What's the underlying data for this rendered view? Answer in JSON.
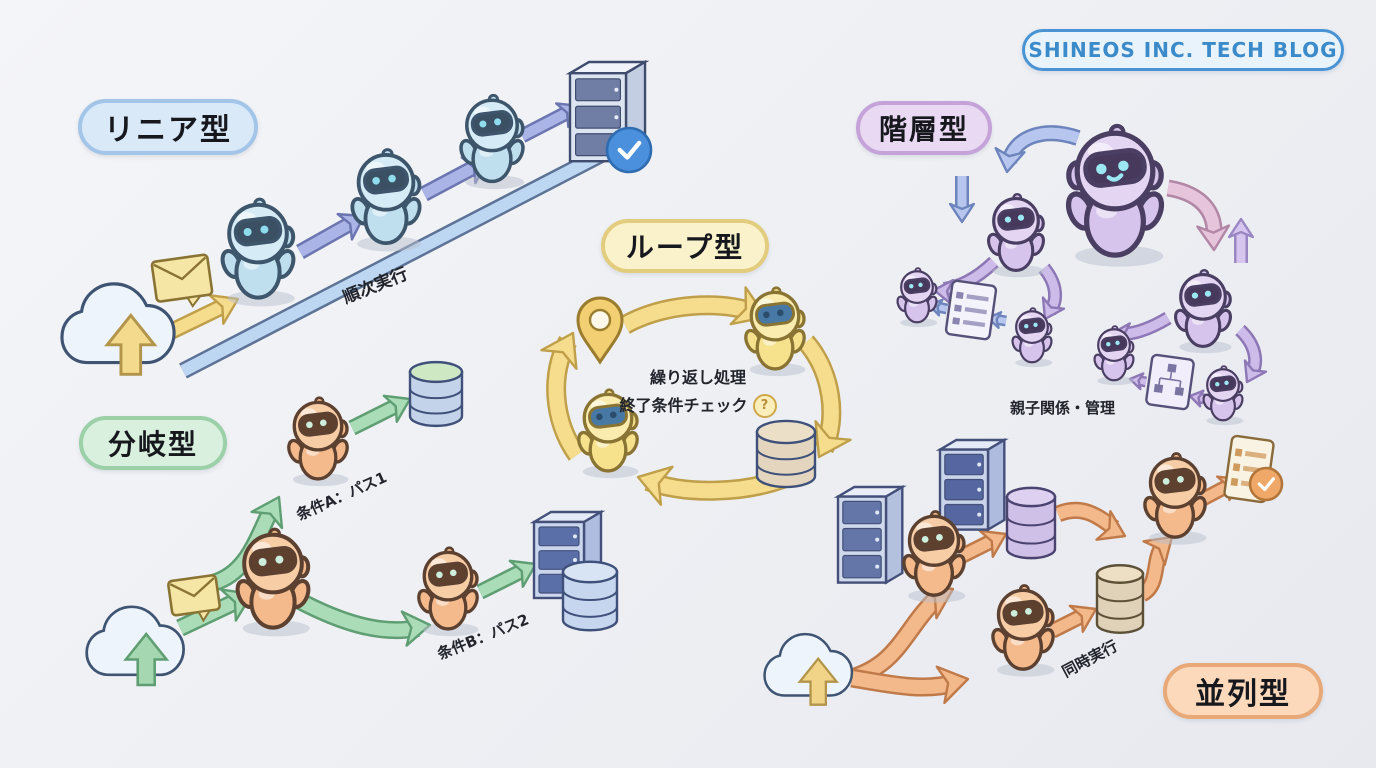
{
  "badge": {
    "label": "SHINEOS INC. TECH BLOG",
    "colors": {
      "bg": "#e9f3fc",
      "border": "#4a94d4",
      "text": "#3b8ac9"
    }
  },
  "sections": {
    "linear": {
      "label": "リニア型",
      "annotations": {
        "flow": "順次実行"
      },
      "colors": {
        "pill_bg": "#d9e9f8",
        "pill_border": "#a3c5e8",
        "robot": "#bfdfef",
        "arrow": "#b3cdf0"
      }
    },
    "loop": {
      "label": "ループ型",
      "annotations": {
        "line1": "繰り返し処理",
        "line2": "終了条件チェック",
        "badge": "?"
      },
      "colors": {
        "pill_bg": "#faf2cb",
        "pill_border": "#e2cc7e",
        "robot": "#f6e18d",
        "arrow": "#f6dd8e"
      }
    },
    "hier": {
      "label": "階層型",
      "annotations": {
        "caption": "親子関係・管理"
      },
      "colors": {
        "pill_bg": "#e9d9f3",
        "pill_border": "#c5a3d9",
        "robot": "#d7c4ec",
        "arrow": "#c3b2e6"
      }
    },
    "branch": {
      "label": "分岐型",
      "annotations": {
        "path1": "条件A：パス1",
        "path2": "条件B：パス2"
      },
      "colors": {
        "pill_bg": "#d9f0de",
        "pill_border": "#9bd0a9",
        "robot": "#f4ba8c",
        "arrow": "#a9dbb6"
      }
    },
    "parallel": {
      "label": "並列型",
      "annotations": {
        "flow": "同時実行"
      },
      "colors": {
        "pill_bg": "#fbd9ba",
        "pill_border": "#e8a877",
        "robot": "#f4ba8c",
        "arrow": "#f3b98b"
      }
    }
  }
}
